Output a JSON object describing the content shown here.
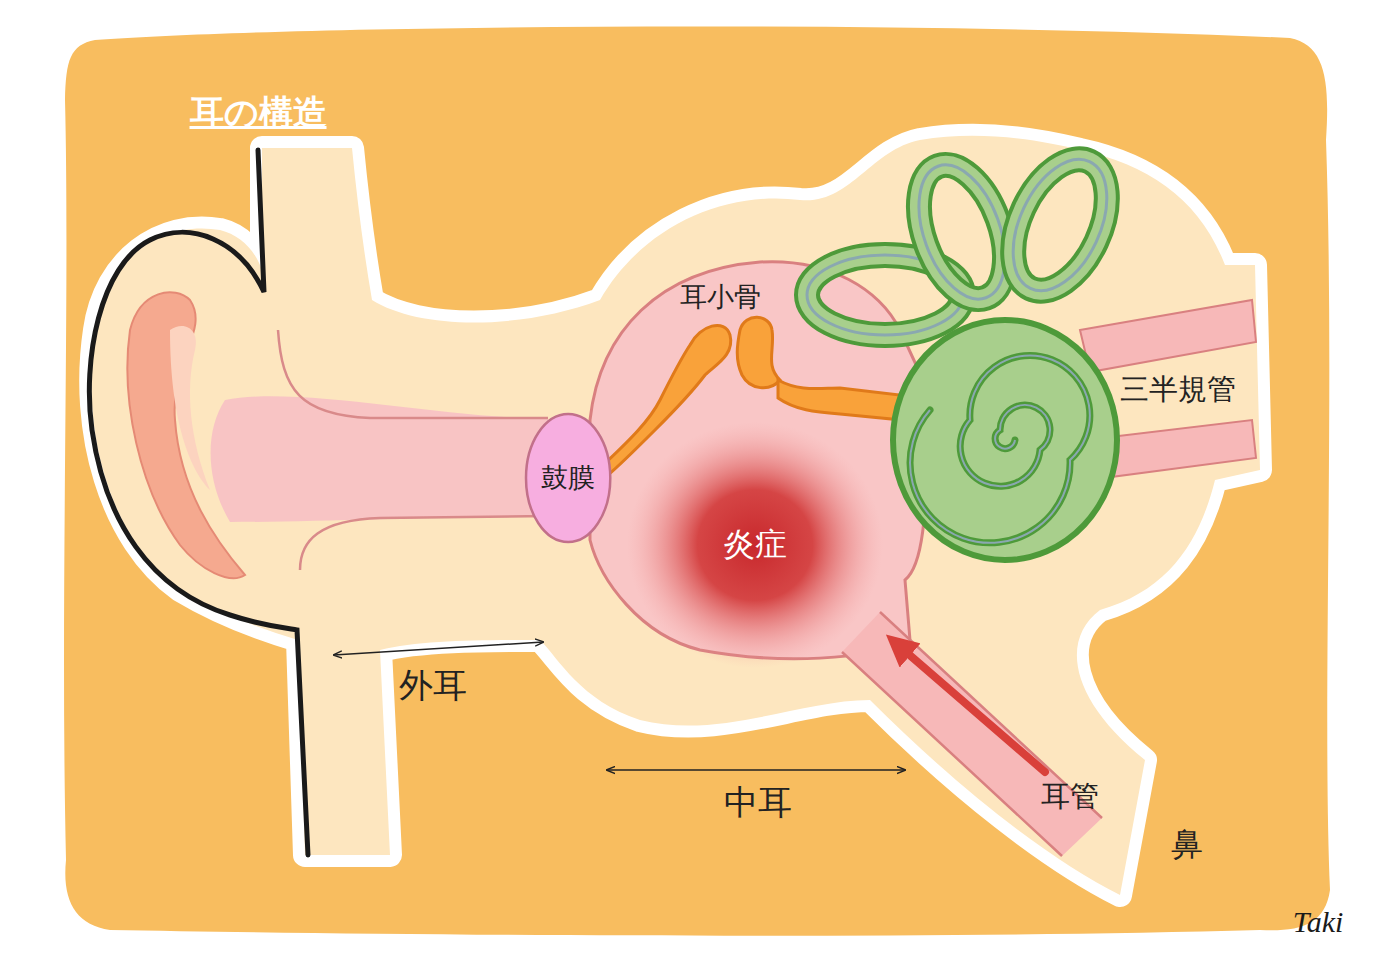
{
  "diagram": {
    "title": "耳の構造",
    "nodes": [
      {
        "text": [
          "鼓膜"
        ]
      },
      {
        "text": [
          "炎症"
        ]
      }
    ],
    "labels": [
      "耳小骨",
      "三半規管",
      "外耳",
      "中耳",
      "耳管",
      "鼻",
      "Taki"
    ]
  }
}
